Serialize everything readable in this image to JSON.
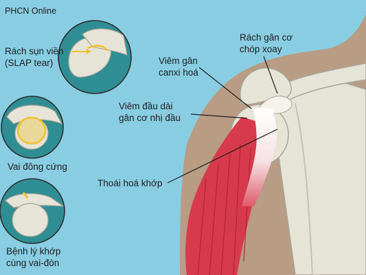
{
  "source_label": "PHCN Online",
  "labels": {
    "slap": [
      "Rách sụn viền",
      "(SLAP tear)"
    ],
    "frozen": [
      "Vai đông cứng"
    ],
    "ac_joint": [
      "Bệnh lý khớp",
      "cùng vai-đòn"
    ],
    "rotator_cuff": [
      "Rách gân cơ",
      "chóp xoay"
    ],
    "calcific": [
      "Viêm gân",
      "canxi hoá"
    ],
    "biceps": [
      "Viêm đầu dài",
      "gân cơ nhị đầu"
    ],
    "arthritis": [
      "Thoái hoá khớp"
    ]
  },
  "colors": {
    "background": "#89cde3",
    "skin": "#b89c84",
    "bone": "#e6e4d6",
    "muscle": "#d83a4d",
    "circle_fill": "#2f8e93",
    "highlight": "#f2c02c"
  }
}
